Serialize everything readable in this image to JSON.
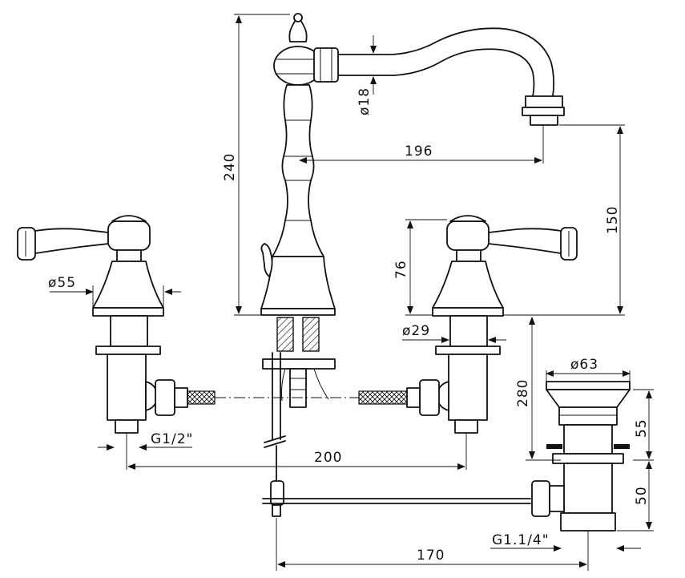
{
  "title": "Three-hole basin mixer technical drawing",
  "colors": {
    "line": "#111111",
    "background": "#ffffff"
  },
  "dimensions": {
    "spout_height": "240",
    "spout_diameter": "ø18",
    "spout_reach": "196",
    "outlet_height": "150",
    "handle_height": "76",
    "flange_diameter": "ø55",
    "body_diameter": "ø29",
    "connection_thread": "G1/2\"",
    "handle_spacing": "200",
    "waste_height": "280",
    "waste_diameter": "ø63",
    "waste_upper": "55",
    "waste_lower": "50",
    "waste_thread": "G1.1/4\"",
    "rod_distance": "170"
  }
}
